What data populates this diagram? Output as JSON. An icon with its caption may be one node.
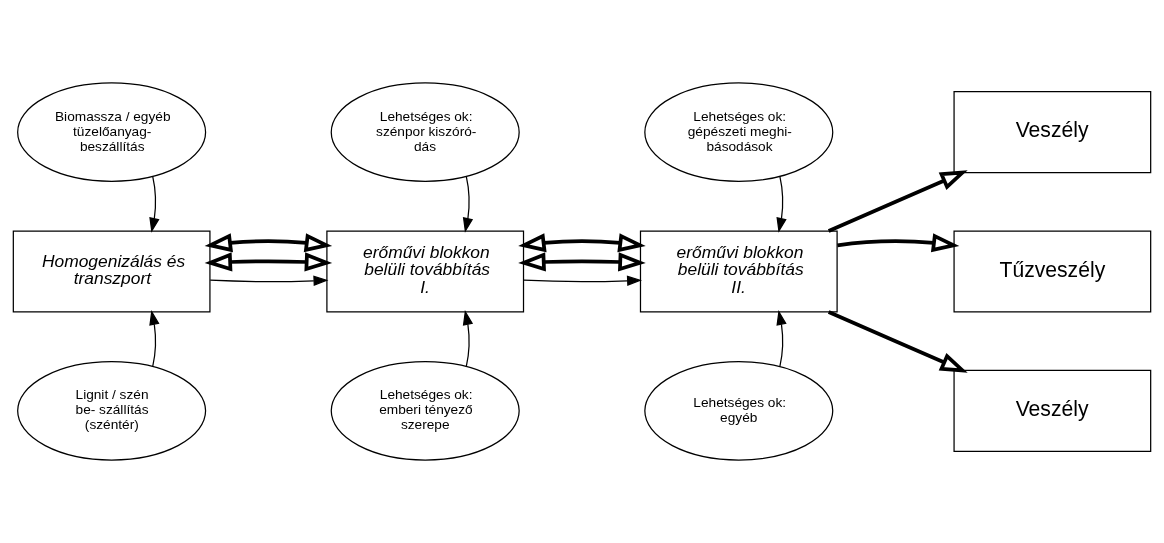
{
  "diagram": {
    "nodes": [
      {
        "text": [
          "Biomassza / egyéb tüzelőanyag- beszállítás"
        ]
      },
      {
        "text": [
          "Lehetséges ok: szénpor kiszóró- dás"
        ]
      },
      {
        "text": [
          "Lehetséges ok: gépészeti meghi- básodások"
        ]
      },
      {
        "text": [
          "Homogenizálás és transzport"
        ]
      },
      {
        "text": [
          "erőművi blokkon belüli továbbítás I."
        ]
      },
      {
        "text": [
          "erőművi blokkon belüli továbbítás II."
        ]
      },
      {
        "text": [
          "Veszély"
        ]
      },
      {
        "text": [
          "Tűzveszély"
        ]
      },
      {
        "text": [
          "Veszély"
        ]
      },
      {
        "text": [
          "Lignit / szén be- szállítás (széntér)"
        ]
      },
      {
        "text": [
          "Lehetséges ok: emberi tényező szerepe"
        ]
      },
      {
        "text": [
          "Lehetséges ok: egyéb"
        ]
      }
    ],
    "edges": [
      {
        "from": 0,
        "to": 3,
        "arrow": "to"
      },
      {
        "from": 1,
        "to": 4,
        "arrow": "to"
      },
      {
        "from": 2,
        "to": 5,
        "arrow": "to"
      },
      {
        "from": 3,
        "to": 4,
        "arrow": "to"
      },
      {
        "from": 4,
        "to": 5,
        "arrow": "to"
      },
      {
        "from": 9,
        "to": 3,
        "arrow": "to"
      },
      {
        "from": 10,
        "to": 4,
        "arrow": "to"
      },
      {
        "from": 11,
        "to": 5,
        "arrow": "to"
      },
      {
        "from": 3,
        "to": 4,
        "arrow": "both",
        "style": "thick"
      },
      {
        "from": 4,
        "to": 5,
        "arrow": "both",
        "style": "thick"
      },
      {
        "from": 3,
        "to": 4,
        "arrow": "both",
        "style": "thick"
      },
      {
        "from": 4,
        "to": 5,
        "arrow": "both",
        "style": "thick"
      },
      {
        "from": 5,
        "to": 6,
        "arrow": "to",
        "style": "thick"
      },
      {
        "from": 5,
        "to": 7,
        "arrow": "to",
        "style": "thick"
      },
      {
        "from": 5,
        "to": 8,
        "arrow": "to",
        "style": "thick"
      }
    ]
  }
}
